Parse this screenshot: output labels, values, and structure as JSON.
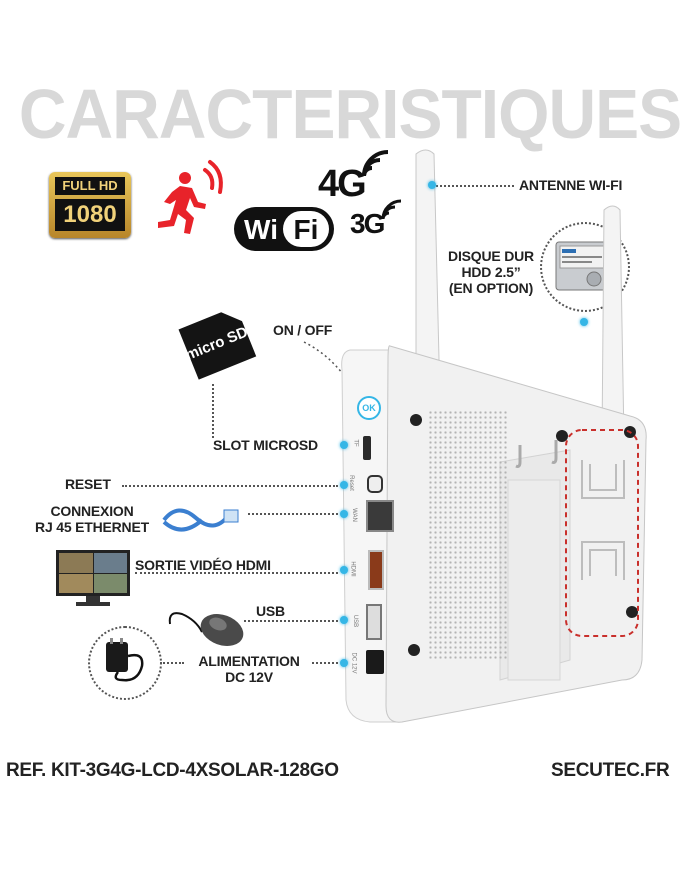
{
  "title": "CARACTERISTIQUES",
  "badges": {
    "fullhd_top": "FULL HD",
    "fullhd_bottom": "1080",
    "wifi": "WiFi",
    "net_4g": "4G",
    "net_3g": "3G",
    "microsd": "micro SD"
  },
  "labels": {
    "antenne": "ANTENNE WI-FI",
    "disque_l1": "DISQUE DUR",
    "disque_l2": "HDD 2.5”",
    "disque_l3": "(EN OPTION)",
    "onoff": "ON / OFF",
    "slot": "SLOT MICROSD",
    "reset": "RESET",
    "connexion_l1": "CONNEXION",
    "connexion_l2": "RJ 45 ETHERNET",
    "hdmi": "SORTIE VIDÉO HDMI",
    "usb": "USB",
    "alim_l1": "ALIMENTATION",
    "alim_l2": "DC 12V"
  },
  "ports": [
    "TF",
    "Reset",
    "WAN",
    "HDMI",
    "USB",
    "DC 12V"
  ],
  "power_button": "OK",
  "footer": {
    "ref": "REF. KIT-3G4G-LCD-4XSOLAR-128GO",
    "site": "SECUTEC.FR"
  },
  "colors": {
    "accent_dot": "#35b6e6",
    "title_gray": "#d8d8d8",
    "motion_red": "#e8232a",
    "gold_badge": "#c9a23c"
  }
}
